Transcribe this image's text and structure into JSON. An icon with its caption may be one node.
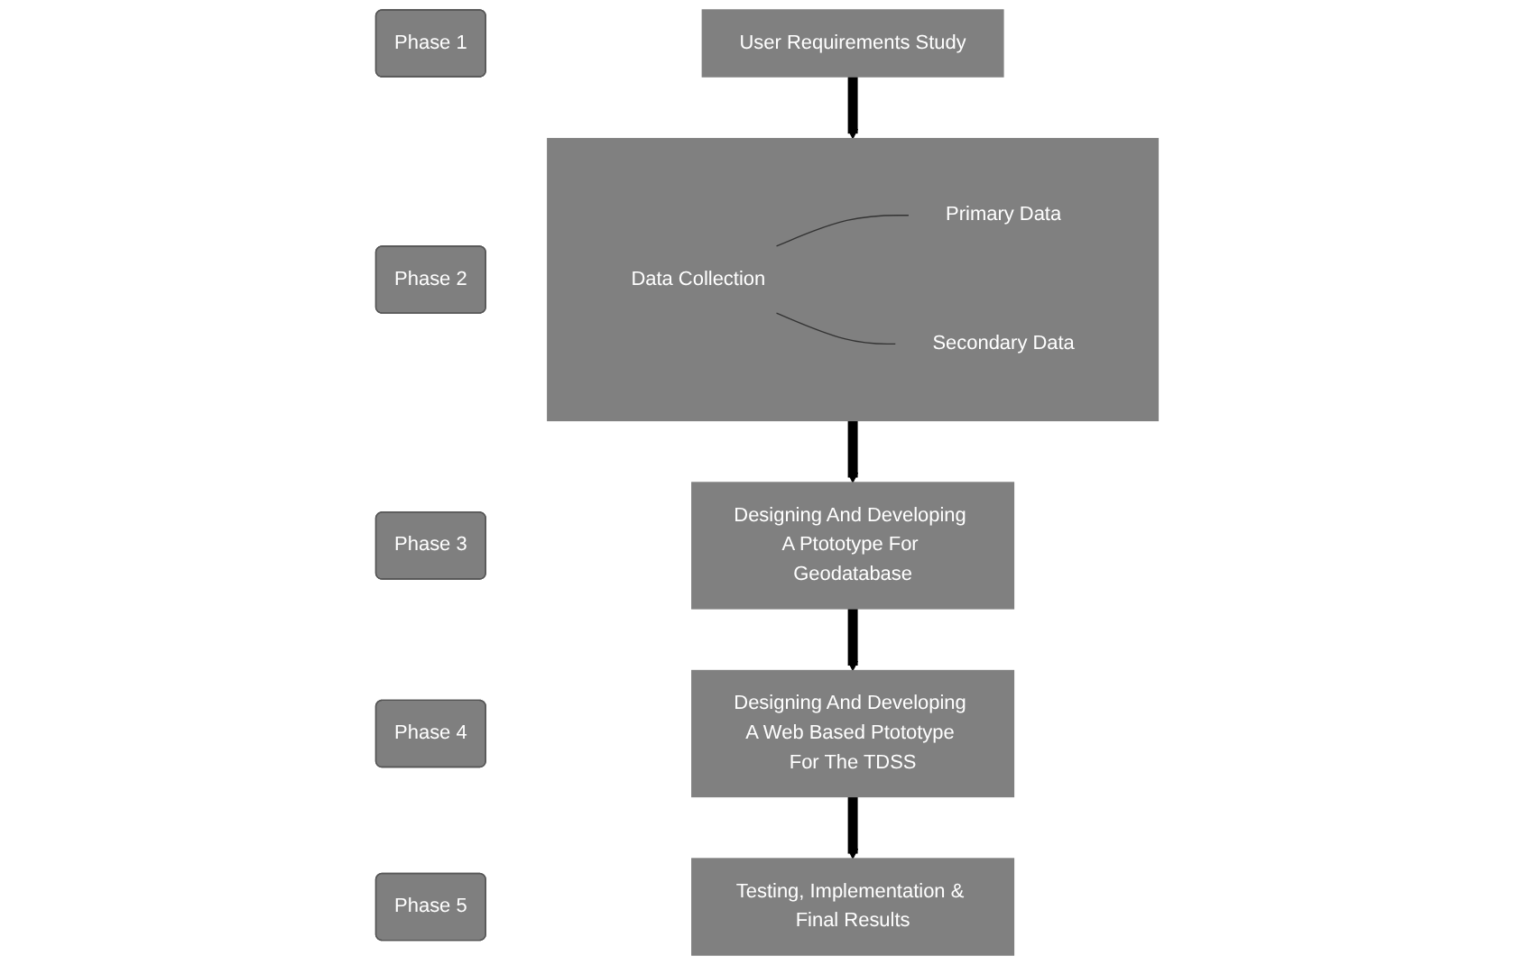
{
  "diagram": {
    "nodes": [
      {
        "text": [
          "Phase 1"
        ]
      },
      {
        "text": [
          "User Requirements Study"
        ]
      },
      {
        "text": [
          "Phase 2"
        ]
      },
      {
        "text": [],
        "shape": "box"
      },
      {
        "text": [
          "Data Collection"
        ],
        "in": 3
      },
      {
        "text": [
          "Primary Data"
        ],
        "in": 3
      },
      {
        "text": [
          "Secondary Data"
        ],
        "in": 3
      },
      {
        "text": [
          "Phase 3"
        ]
      },
      {
        "text": [
          "Designing And Developing A Ptototype For Geodatabase"
        ]
      },
      {
        "text": [
          "Phase 4"
        ]
      },
      {
        "text": [
          "Designing And Developing A Web Based Ptototype For The TDSS"
        ]
      },
      {
        "text": [
          "Phase 5"
        ]
      },
      {
        "text": [
          "Testing, Implementation & Final Results"
        ]
      }
    ],
    "edges": [
      {
        "from": 1,
        "to": 3,
        "arrow": "to"
      },
      {
        "from": 4,
        "to": 5,
        "arrow": "none"
      },
      {
        "from": 4,
        "to": 6,
        "arrow": "none"
      },
      {
        "from": 3,
        "to": 8,
        "arrow": "to"
      },
      {
        "from": 8,
        "to": 10,
        "arrow": "to"
      },
      {
        "from": 10,
        "to": 12,
        "arrow": "to"
      }
    ]
  }
}
